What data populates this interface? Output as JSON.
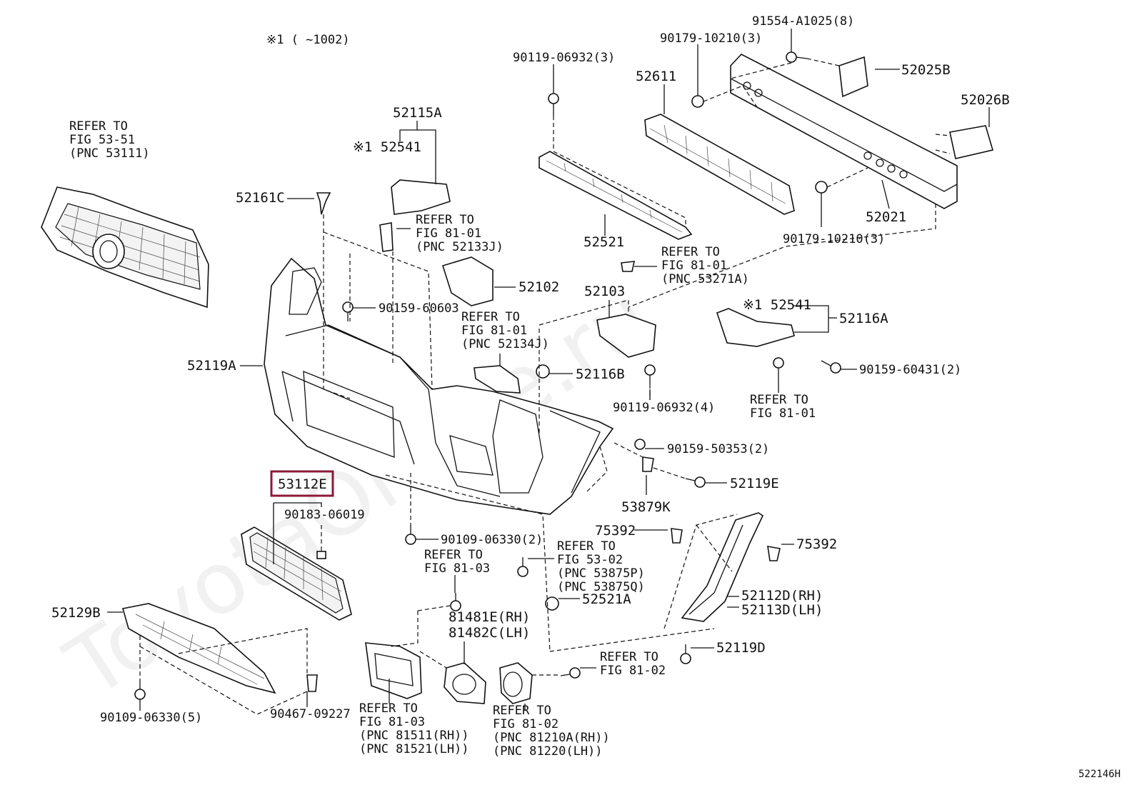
{
  "header": {
    "note": "※1 (      ~1002)"
  },
  "watermark": "ToyotaOnline.ru",
  "diagram_code": "522146H",
  "highlighted_part": "53112E",
  "labels": {
    "p91554": "91554-A1025(8)",
    "p90179a": "90179-10210(3)",
    "p52025B": "52025B",
    "p90119a": "90119-06932(3)",
    "p52611": "52611",
    "p52026B": "52026B",
    "p52115A": "52115A",
    "p52541a": "※1 52541",
    "p52021": "52021",
    "p90179b": "90179-10210(3)",
    "p52521": "52521",
    "p52161C": "52161C",
    "ref1": [
      "REFER TO",
      "FIG 53-51",
      "(PNC 53111)"
    ],
    "ref2": [
      "REFER TO",
      "FIG 81-01",
      "(PNC 52133J)"
    ],
    "ref3": [
      "REFER TO",
      "FIG 81-01",
      "(PNC 53271A)"
    ],
    "p52102": "52102",
    "p52103": "52103",
    "p52541b": "※1 52541",
    "p52116A": "52116A",
    "p90159a": "90159-60603",
    "ref4": [
      "REFER TO",
      "FIG 81-01",
      "(PNC 52134J)"
    ],
    "p52119A": "52119A",
    "p52116B": "52116B",
    "p90159b": "90159-60431(2)",
    "p90119b": "90119-06932(4)",
    "ref5": [
      "REFER TO",
      "FIG 81-01"
    ],
    "p90159c": "90159-50353(2)",
    "p53112E": "53112E",
    "p52119E": "52119E",
    "p90183": "90183-06019",
    "p53879K": "53879K",
    "p75392a": "75392",
    "p90109a": "90109-06330(2)",
    "p75392b": "75392",
    "ref6": [
      "REFER TO",
      "FIG 81-03"
    ],
    "ref7": [
      "REFER TO",
      "FIG 53-02",
      "(PNC 53875P)",
      "(PNC 53875Q)"
    ],
    "p52521A": "52521A",
    "p52112D": "52112D(RH)",
    "p52113D": "52113D(LH)",
    "p52129B": "52129B",
    "p81481E": "81481E(RH)",
    "p81482C": "81482C(LH)",
    "p52119D": "52119D",
    "ref8": [
      "REFER TO",
      "FIG 81-02"
    ],
    "p90109b": "90109-06330(5)",
    "p90467": "90467-09227",
    "ref9": [
      "REFER TO",
      "FIG 81-03",
      "(PNC 81511(RH))",
      "(PNC 81521(LH))"
    ],
    "ref10": [
      "REFER TO",
      "FIG 81-02",
      "(PNC 81210A(RH))",
      "(PNC 81220(LH))"
    ]
  },
  "colors": {
    "highlight": "#8b1a3a",
    "ink": "#111111"
  }
}
